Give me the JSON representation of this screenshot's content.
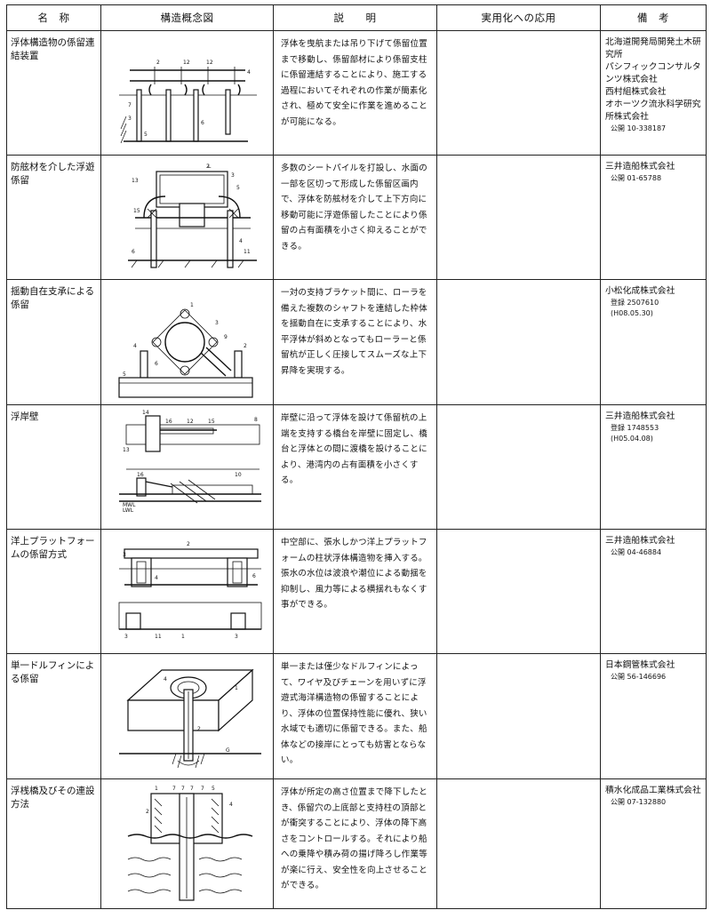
{
  "headers": {
    "name": "名　称",
    "figure": "構造概念図",
    "description": "説　　明",
    "application": "実用化への応用",
    "remarks": "備　考"
  },
  "rows": [
    {
      "name": "浮体構造物の係留連結装置",
      "description": "浮体を曳航または吊り下げて係留位置まで移動し、係留部材により係留支柱に係留連結することにより、施工する過程においてそれぞれの作業が簡素化され、極めて安全に作業を進めることが可能になる。",
      "application": "",
      "remarks": [
        "北海道開発局開発土木研究所",
        "パシフィックコンサルタンツ株式会社",
        "西村組株式会社",
        "オホーツク流氷科学研究所株式会社"
      ],
      "ref": "公開 10-338187"
    },
    {
      "name": "防舷材を介した浮遊係留",
      "description": "多数のシートパイルを打設し、水面の一部を区切って形成した係留区画内で、浮体を防舷材を介して上下方向に移動可能に浮遊係留したことにより係留の占有面積を小さく抑えることができる。",
      "application": "",
      "remarks": [
        "三井造船株式会社"
      ],
      "ref": "公開 01-65788"
    },
    {
      "name": "揺動自在支承による係留",
      "description": "一対の支持ブラケット間に、ローラを備えた複数のシャフトを連結した枠体を揺動自在に支承することにより、水平浮体が斜めとなってもローラーと係留杭が正しく圧接してスムーズな上下昇降を実現する。",
      "application": "",
      "remarks": [
        "小松化成株式会社"
      ],
      "ref": "登録 2507610",
      "ref2": "(H08.05.30)"
    },
    {
      "name": "浮岸壁",
      "description": "岸壁に沿って浮体を設けて係留杭の上端を支持する橋台を岸壁に固定し、橋台と浮体との間に渡橋を設けることにより、港湾内の占有面積を小さくする。",
      "application": "",
      "remarks": [
        "三井造船株式会社"
      ],
      "ref": "登録 1748553",
      "ref2": "(H05.04.08)"
    },
    {
      "name": "洋上プラットフォームの係留方式",
      "description": "中空部に、張水しかつ洋上プラットフォームの柱状浮体構造物を挿入する。張水の水位は波浪や潮位による動揺を抑制し、風力等による横揺れもなくす事ができる。",
      "application": "",
      "remarks": [
        "三井造船株式会社"
      ],
      "ref": "公開 04-46884"
    },
    {
      "name": "単一ドルフィンによる係留",
      "description": "単一または僅少なドルフィンによって、ワイヤ及びチェーンを用いずに浮遊式海洋構造物の係留することにより、浮体の位置保持性能に優れ、狭い水域でも適切に係留できる。また、船体などの接岸にとっても妨害とならない。",
      "application": "",
      "remarks": [
        "日本鋼管株式会社"
      ],
      "ref": "公開 56-146696"
    },
    {
      "name": "浮桟橋及びその連設方法",
      "description": "浮体が所定の高さ位置まで降下したとき、係留穴の上底部と支持柱の頂部とが衝突することにより、浮体の降下高さをコントロールする。それにより船への乗降や積み荷の揚げ降ろし作業等が楽に行え、安全性を向上させることができる。",
      "application": "",
      "remarks": [
        "積水化成品工業株式会社"
      ],
      "ref": "公開 07-132880"
    }
  ]
}
